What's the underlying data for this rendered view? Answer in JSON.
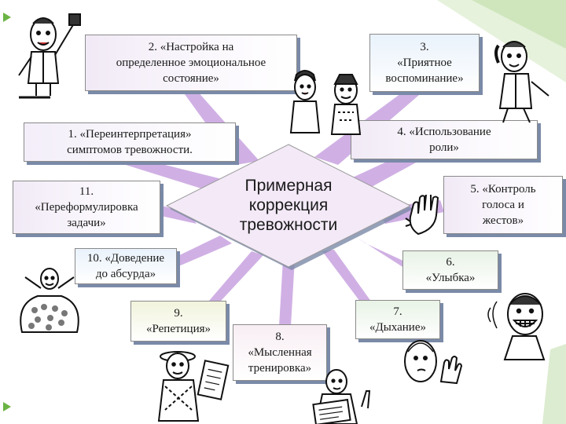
{
  "center": {
    "text": "Примерная\nкоррекция\nтревожности"
  },
  "nodes": [
    {
      "id": "n2",
      "text": "2.  «Настройка на\nопределенное эмоциональное\nсостояние»"
    },
    {
      "id": "n3",
      "text": "3.\n«Приятное\nвоспоминание»"
    },
    {
      "id": "n1",
      "text": "1. «Переинтерпретация»\nсимптомов тревожности."
    },
    {
      "id": "n4",
      "text": "4.  «Использование\nроли»"
    },
    {
      "id": "n11",
      "text": "11.\n«Переформулировка\nзадачи»"
    },
    {
      "id": "n5",
      "text": "5.  «Контроль\nголоса и\nжестов»"
    },
    {
      "id": "n10",
      "text": "10.  «Доведение\nдо абсурда»"
    },
    {
      "id": "n6",
      "text": "6.\n«Улыбка»"
    },
    {
      "id": "n9",
      "text": "9.\n«Репетиция»"
    },
    {
      "id": "n7",
      "text": "7.\n«Дыхание»"
    },
    {
      "id": "n8",
      "text": "8.\n«Мысленная\nтренировка»"
    }
  ],
  "colors": {
    "accent_green": "#6ab344",
    "connector": "#c8a3e0",
    "center_fill": "#f3e9f7",
    "shadow": "#7a8aa8"
  },
  "clipart": [
    "cheering-man-icon",
    "two-people-icon",
    "phone-man-icon",
    "waving-hand-icon",
    "money-bag-icon",
    "grinning-face-icon",
    "newspaper-man-icon",
    "reading-man-icon",
    "thinking-face-icon"
  ]
}
